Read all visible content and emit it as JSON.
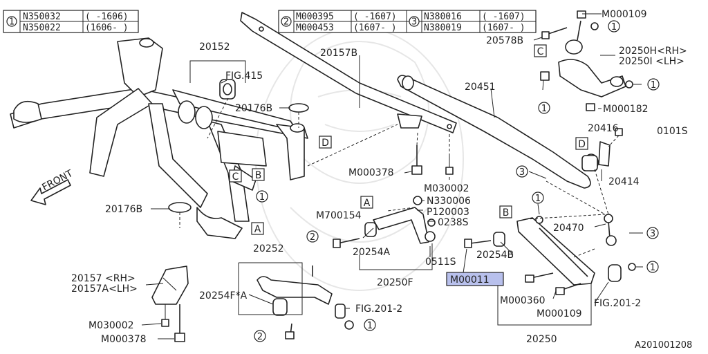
{
  "legend": {
    "g1": {
      "num": "1",
      "rows": [
        {
          "part": "N350032",
          "range": "( -1606)"
        },
        {
          "part": "N350022",
          "range": "(1606- )"
        }
      ]
    },
    "g2": {
      "num": "2",
      "rows": [
        {
          "part": "M000395",
          "range": "( -1607)"
        },
        {
          "part": "M000453",
          "range": "(1607- )"
        }
      ]
    },
    "g3": {
      "num": "3",
      "rows": [
        {
          "part": "N380016",
          "range": "( -1607)"
        },
        {
          "part": "N380019",
          "range": "(1607- )"
        }
      ]
    }
  },
  "labels": {
    "p20152": "20152",
    "fig415": "FIG.415",
    "p20176b_top": "20176B",
    "p20157b": "20157B",
    "p20451": "20451",
    "front": "FRONT",
    "p20176b_bot": "20176B",
    "m000378_mid": "M000378",
    "m030002_mid": "M030002",
    "n330006": "N330006",
    "p120003": "P120003",
    "m700154": "M700154",
    "s0238": "0238S",
    "p20254a": "20254A",
    "s0511": "0511S",
    "p20250f": "20250F",
    "p20252": "20252",
    "p20254f": "20254F*A",
    "fig201_left": "FIG.201-2",
    "rh_20157": "20157 <RH>",
    "lh_20157a": "20157A<LH>",
    "m030002_bot": "M030002",
    "m000378_bot": "M000378",
    "m000109_top": "M000109",
    "p20578b": "20578B",
    "rh_20250h": "20250H<RH>",
    "lh_20250i": "20250I <LH>",
    "m000182": "M000182",
    "p20416": "20416",
    "s0101": "0101S",
    "p20414": "20414",
    "p20470": "20470",
    "p20254b": "20254B",
    "m00011": "M00011",
    "m000360": "M000360",
    "m000109_bot": "M000109",
    "fig201_right": "FIG.201-2",
    "p20250": "20250",
    "footer_code": "A201001208"
  },
  "refs": {
    "A": "A",
    "B": "B",
    "C": "C",
    "D": "D"
  },
  "circled": {
    "one": "1",
    "two": "2",
    "three": "3"
  }
}
